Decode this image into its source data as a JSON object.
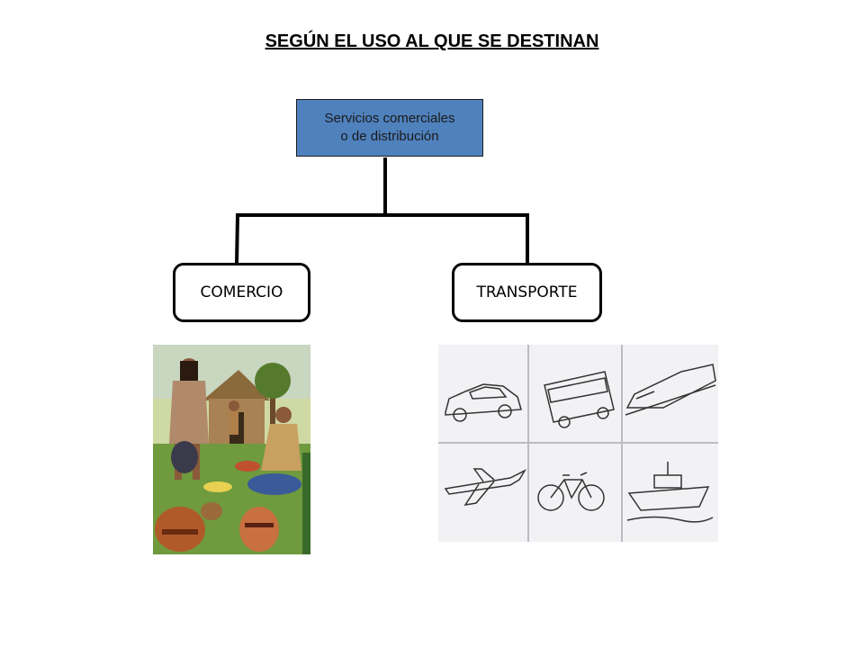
{
  "title": "SEGÚN EL USO AL QUE SE DESTINAN",
  "root": {
    "line1": "Servicios comerciales",
    "line2": "o de distribución",
    "color": "#4f81bd"
  },
  "children": [
    {
      "label": "COMERCIO",
      "image": "market-scene-illustration"
    },
    {
      "label": "TRANSPORTE",
      "image": "transport-vehicles-sketch-grid"
    }
  ],
  "transport_grid_icons": [
    "car-icon",
    "bus-icon",
    "train-icon",
    "airplane-icon",
    "bicycle-icon",
    "ship-icon"
  ]
}
